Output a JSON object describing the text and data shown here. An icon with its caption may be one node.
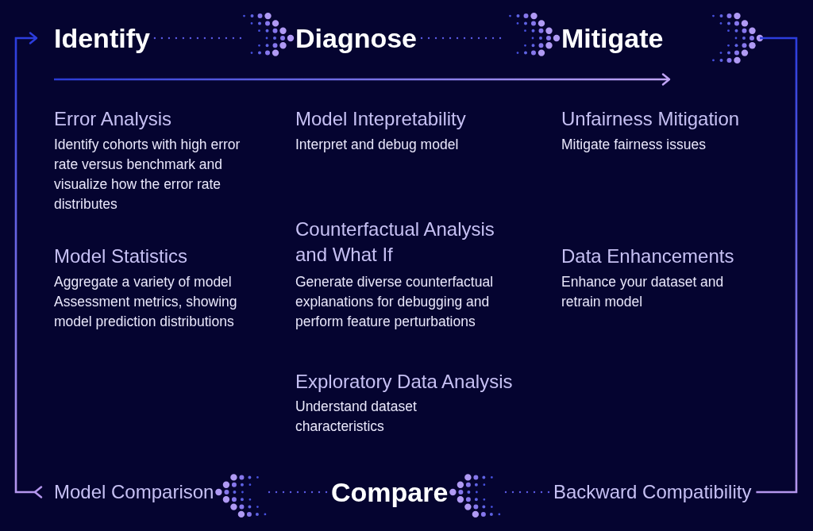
{
  "diagram": {
    "nodes": [
      {
        "text": [
          "Identify"
        ]
      },
      {
        "text": [
          "Diagnose"
        ]
      },
      {
        "text": [
          "Mitigate"
        ]
      },
      {
        "text": [
          "Model Comparison"
        ]
      },
      {
        "text": [
          "Compare"
        ]
      },
      {
        "text": [
          "Backward Compatibility"
        ]
      }
    ],
    "edges": [
      {
        "from": 0,
        "to": 1,
        "arrow": "to"
      },
      {
        "from": 1,
        "to": 2,
        "arrow": "to"
      },
      {
        "from": 2,
        "to": 5,
        "arrow": "none"
      },
      {
        "from": 5,
        "to": 4,
        "arrow": "to"
      },
      {
        "from": 4,
        "to": 3,
        "arrow": "to"
      },
      {
        "from": 3,
        "to": 0,
        "arrow": "to"
      }
    ],
    "labels": [
      "Error Analysis",
      "Identify cohorts with high error rate versus benchmark and visualize how the error rate distributes",
      "Model Statistics",
      "Aggregate a variety of model Assessment metrics, showing model prediction distributions",
      "Model Intepretability",
      "Interpret and debug model",
      "Counterfactual Analysis and What If",
      "Generate diverse counterfactual explanations for debugging and perform feature perturbations",
      "Exploratory Data Analysis",
      "Understand dataset characteristics",
      "Unfairness Mitigation",
      "Mitigate fairness issues",
      "Data Enhancements",
      "Enhance your dataset and retrain model"
    ]
  }
}
